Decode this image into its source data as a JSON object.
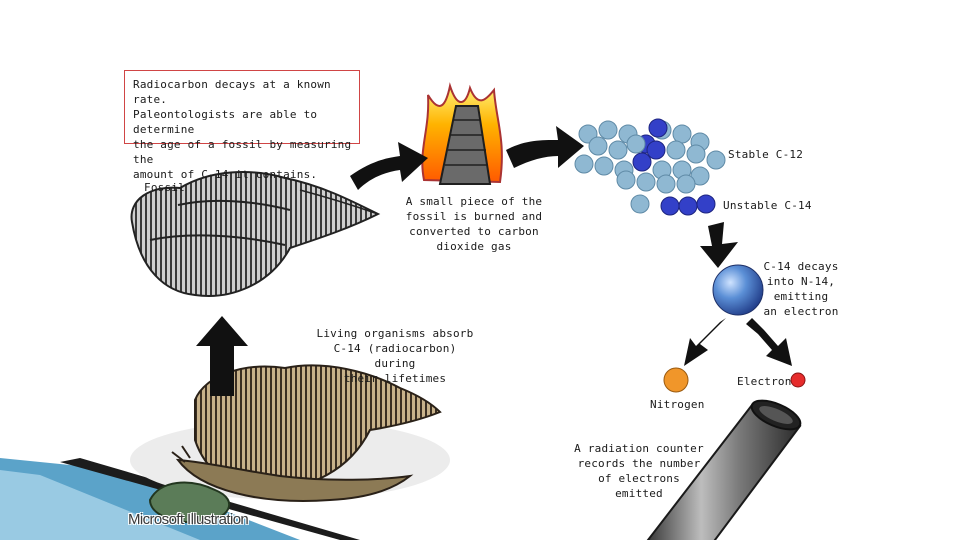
{
  "intro": {
    "lines": [
      "Radiocarbon decays at a known rate.",
      "Paleontologists are able to determine",
      "the age of a fossil by measuring the",
      "amount of C-14 it contains."
    ]
  },
  "labels": {
    "fossil": "Fossil",
    "burned": [
      "A small piece of the",
      "fossil is burned and",
      "converted to carbon",
      "dioxide gas"
    ],
    "stable": "Stable C-12",
    "unstable": "Unstable C-14",
    "decay": [
      "C-14 decays",
      "into N-14,",
      "emitting",
      "an electron"
    ],
    "electron": "Electron",
    "nitrogen": "Nitrogen",
    "counter": [
      "A radiation counter",
      "records the number",
      "of electrons emitted"
    ],
    "living": [
      "Living organisms absorb",
      "C-14 (radiocarbon) during",
      "their lifetimes"
    ]
  },
  "credit": "Microsoft Illustration",
  "colors": {
    "carbon12": "#8fb8d2",
    "carbon14": "#3340c8",
    "nucleus": "#4a7fc9",
    "nitrogen": "#f0962a",
    "electron": "#e62c2c",
    "box_border": "#d04545",
    "banner": "#5ba3c9"
  }
}
